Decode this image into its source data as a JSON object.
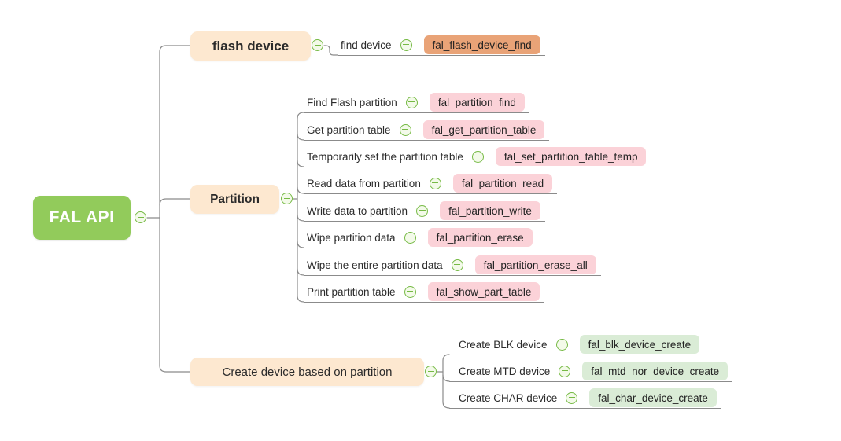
{
  "diagram": {
    "type": "mindmap",
    "root": {
      "label": "FAL API"
    },
    "branches": [
      {
        "label": "flash device",
        "children": [
          {
            "label": "find device",
            "api": "fal_flash_device_find",
            "api_color": "#e9a377"
          }
        ]
      },
      {
        "label": "Partition",
        "children": [
          {
            "label": "Find Flash partition",
            "api": "fal_partition_find",
            "api_color": "#fbd2d8"
          },
          {
            "label": "Get partition table",
            "api": "fal_get_partition_table",
            "api_color": "#fbd2d8"
          },
          {
            "label": "Temporarily set the partition table",
            "api": "fal_set_partition_table_temp",
            "api_color": "#fbd2d8"
          },
          {
            "label": "Read data from partition",
            "api": "fal_partition_read",
            "api_color": "#fbd2d8"
          },
          {
            "label": "Write data to partition",
            "api": "fal_partition_write",
            "api_color": "#fbd2d8"
          },
          {
            "label": "Wipe partition data",
            "api": "fal_partition_erase",
            "api_color": "#fbd2d8"
          },
          {
            "label": "Wipe the entire partition data",
            "api": "fal_partition_erase_all",
            "api_color": "#fbd2d8"
          },
          {
            "label": "Print partition table",
            "api": "fal_show_part_table",
            "api_color": "#fbd2d8"
          }
        ]
      },
      {
        "label": "Create device based on partition",
        "children": [
          {
            "label": "Create BLK device",
            "api": "fal_blk_device_create",
            "api_color": "#daecd6"
          },
          {
            "label": "Create MTD device",
            "api": "fal_mtd_nor_device_create",
            "api_color": "#daecd6"
          },
          {
            "label": "Create CHAR device",
            "api": "fal_char_device_create",
            "api_color": "#daecd6"
          }
        ]
      }
    ],
    "colors": {
      "root_bg": "#92cb5b",
      "topic_bg": "#fde8d0",
      "api_orange": "#e9a377",
      "api_pink": "#fbd2d8",
      "api_green": "#daecd6",
      "connector_line": "#8b8b8b",
      "collapse_icon_green": "#76ba45"
    },
    "icons": {
      "collapse": "minus-circle"
    }
  }
}
